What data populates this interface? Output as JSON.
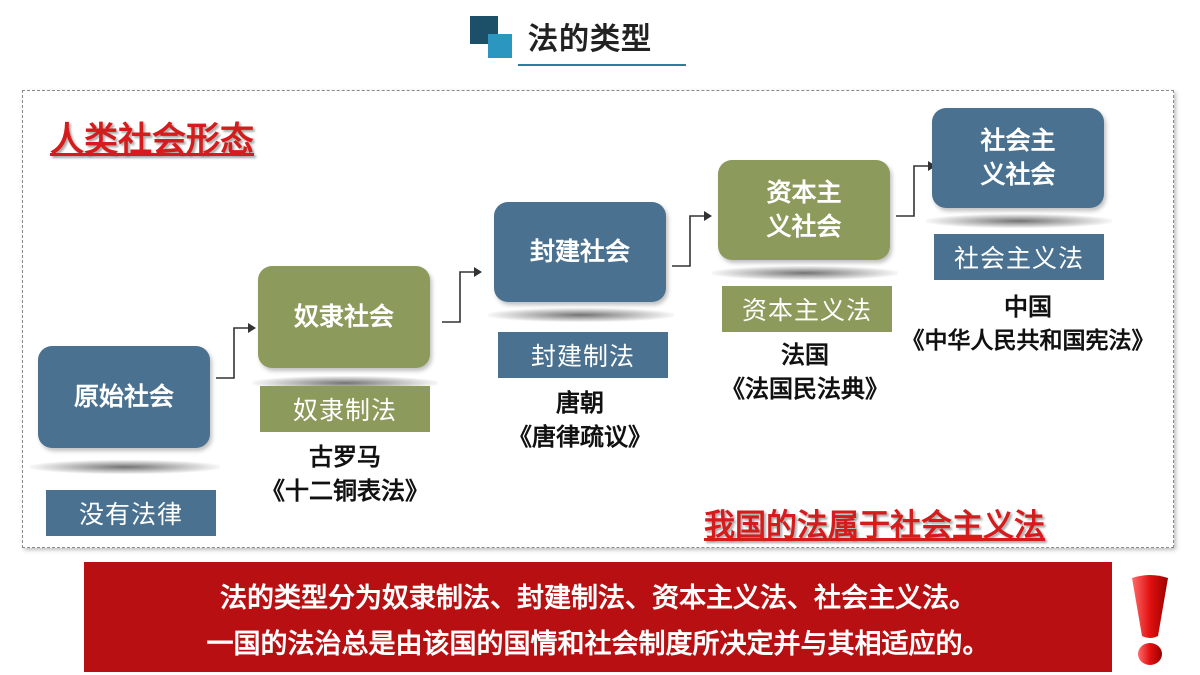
{
  "header": {
    "title": "法的类型"
  },
  "section_heading": "人类社会形态",
  "stages": [
    {
      "name": "原始社会",
      "law": "没有法律",
      "example_place": "",
      "example_code": ""
    },
    {
      "name": "奴隶社会",
      "law": "奴隶制法",
      "example_place": "古罗马",
      "example_code": "《十二铜表法》"
    },
    {
      "name": "封建社会",
      "law": "封建制法",
      "example_place": "唐朝",
      "example_code": "《唐律疏议》"
    },
    {
      "name": "资本主义社会",
      "line1": "资本主",
      "line2": "义社会",
      "law": "资本主义法",
      "example_place": "法国",
      "example_code": "《法国民法典》"
    },
    {
      "name": "社会主义社会",
      "line1": "社会主",
      "line2": "义社会",
      "law": "社会主义法",
      "example_place": "中国",
      "example_code": "《中华人民共和国宪法》"
    }
  ],
  "conclusion_heading": "我国的法属于社会主义法",
  "summary": {
    "line1": "法的类型分为奴隶制法、封建制法、资本主义法、社会主义法。",
    "line2": "一国的法治总是由该国的国情和社会制度所决定并与其相适应的。"
  },
  "colors": {
    "blue_box": "#4a7290",
    "olive_box": "#8c9a5b",
    "red": "#d51b1b",
    "panel_red": "#b80f12",
    "accent": "#2a7f9e"
  },
  "icons": [
    "title-squares-icon",
    "step-arrow-icon",
    "exclamation-icon"
  ]
}
